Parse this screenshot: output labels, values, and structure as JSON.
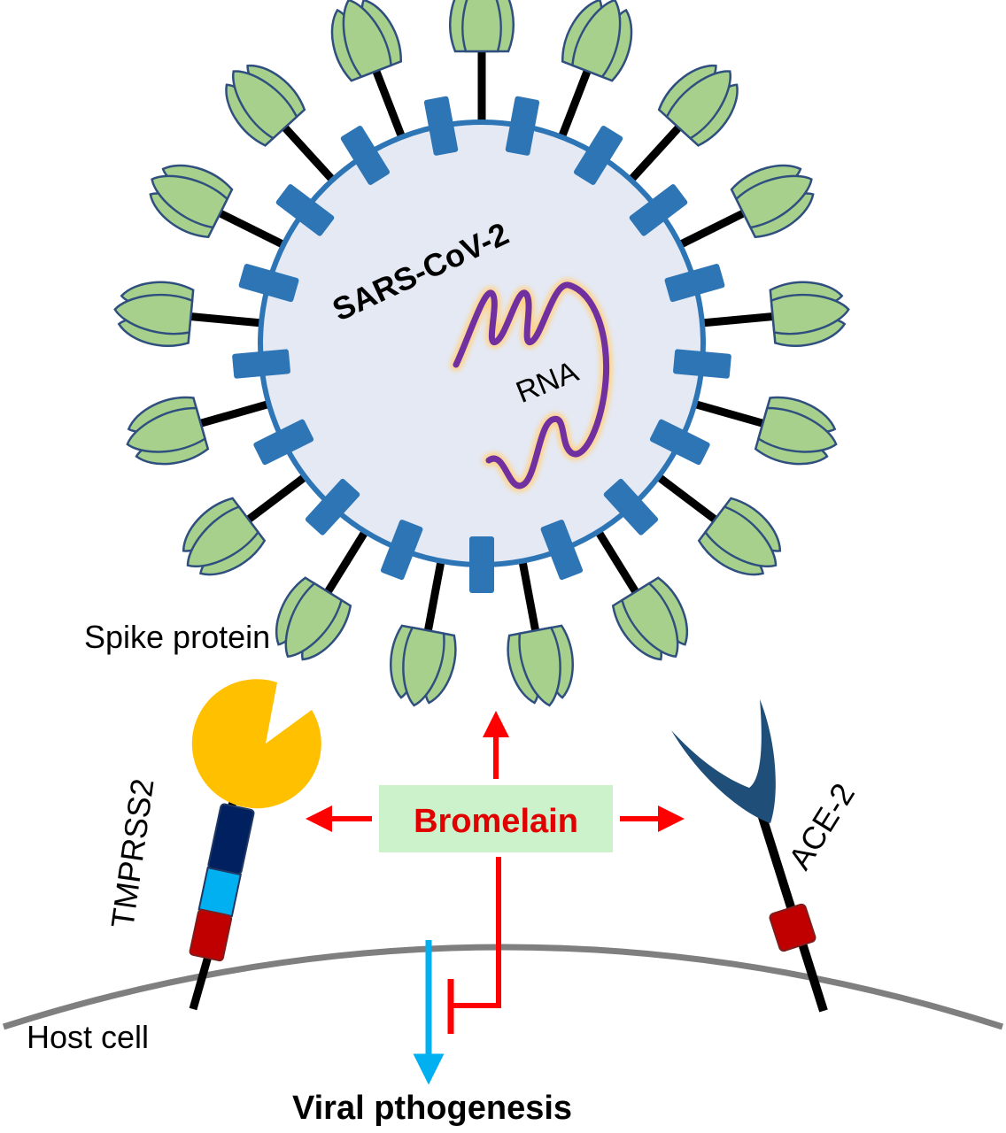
{
  "labels": {
    "virus": "SARS-CoV-2",
    "rna": "RNA",
    "spike": "Spike protein",
    "tmprss2": "TMPRSS2",
    "ace2": "ACE-2",
    "bromelain": "Bromelain",
    "host": "Host cell",
    "pathogenesis": "Viral pthogenesis"
  },
  "colors": {
    "envelope_fill": "#e4e9f4",
    "envelope_stroke": "#2e75b6",
    "membrane_protein": "#2e75b6",
    "spike_head": "#a8d08d",
    "spike_outline": "#2f4f7f",
    "rna": "#7030a0",
    "rna_glow": "#ffd38a",
    "tmprss2_head": "#ffc000",
    "tmprss2_seg_top": "#002060",
    "tmprss2_seg_mid": "#00b0f0",
    "tmprss2_seg_low": "#c00000",
    "ace2_receptor": "#1f4e79",
    "ace2_anchor": "#c00000",
    "bromelain_box": "#ccf2cc",
    "arrow_red": "#ff0000",
    "arrow_blue": "#00b0f0",
    "membrane": "#7f7f7f"
  }
}
